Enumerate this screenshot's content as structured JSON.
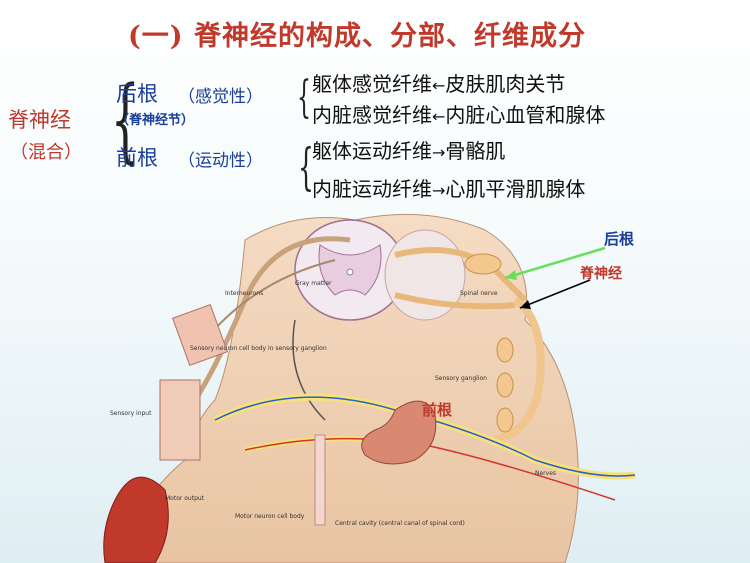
{
  "title": "(一) 脊神经的构成、分部、纤维成分",
  "left": {
    "nerve": "脊神经",
    "mixed": "（混合）"
  },
  "roots": {
    "dorsal": "后根",
    "dorsal_type": "（感觉性）",
    "ganglion": "（脊神经节）",
    "ventral": "前根",
    "ventral_type": "（运动性）"
  },
  "fibers": [
    {
      "name": "躯体感觉纤维",
      "arrow": "←",
      "target": "皮肤肌肉关节"
    },
    {
      "name": "内脏感觉纤维",
      "arrow": "←",
      "target": "内脏心血管和腺体"
    },
    {
      "name": "躯体运动纤维",
      "arrow": "→",
      "target": "骨骼肌"
    },
    {
      "name": "内脏运动纤维",
      "arrow": "→",
      "target": "心肌平滑肌腺体"
    }
  ],
  "diagram_labels": {
    "dorsal_root": "后根",
    "spinal_nerve": "脊神经",
    "ventral_root": "前根"
  },
  "figure_small_labels": {
    "interneuron": "Interneurons",
    "sensory_neuron": "Sensory neuron cell body in sensory ganglion",
    "sensory_input": "Sensory input",
    "motor_output": "Motor output",
    "spinal_nerve": "Spinal nerve",
    "sensory_ganglion": "Sensory ganglion",
    "nerves": "Nerves",
    "central_cavity": "Central cavity (central canal of spinal cord)",
    "gray_matter": "Gray matter",
    "motor_neuron": "Motor neuron cell body"
  },
  "colors": {
    "title": "#c0392b",
    "blue_text": "#1a3e9a",
    "arrow_green": "#66e05a",
    "arrow_black": "#000000"
  }
}
